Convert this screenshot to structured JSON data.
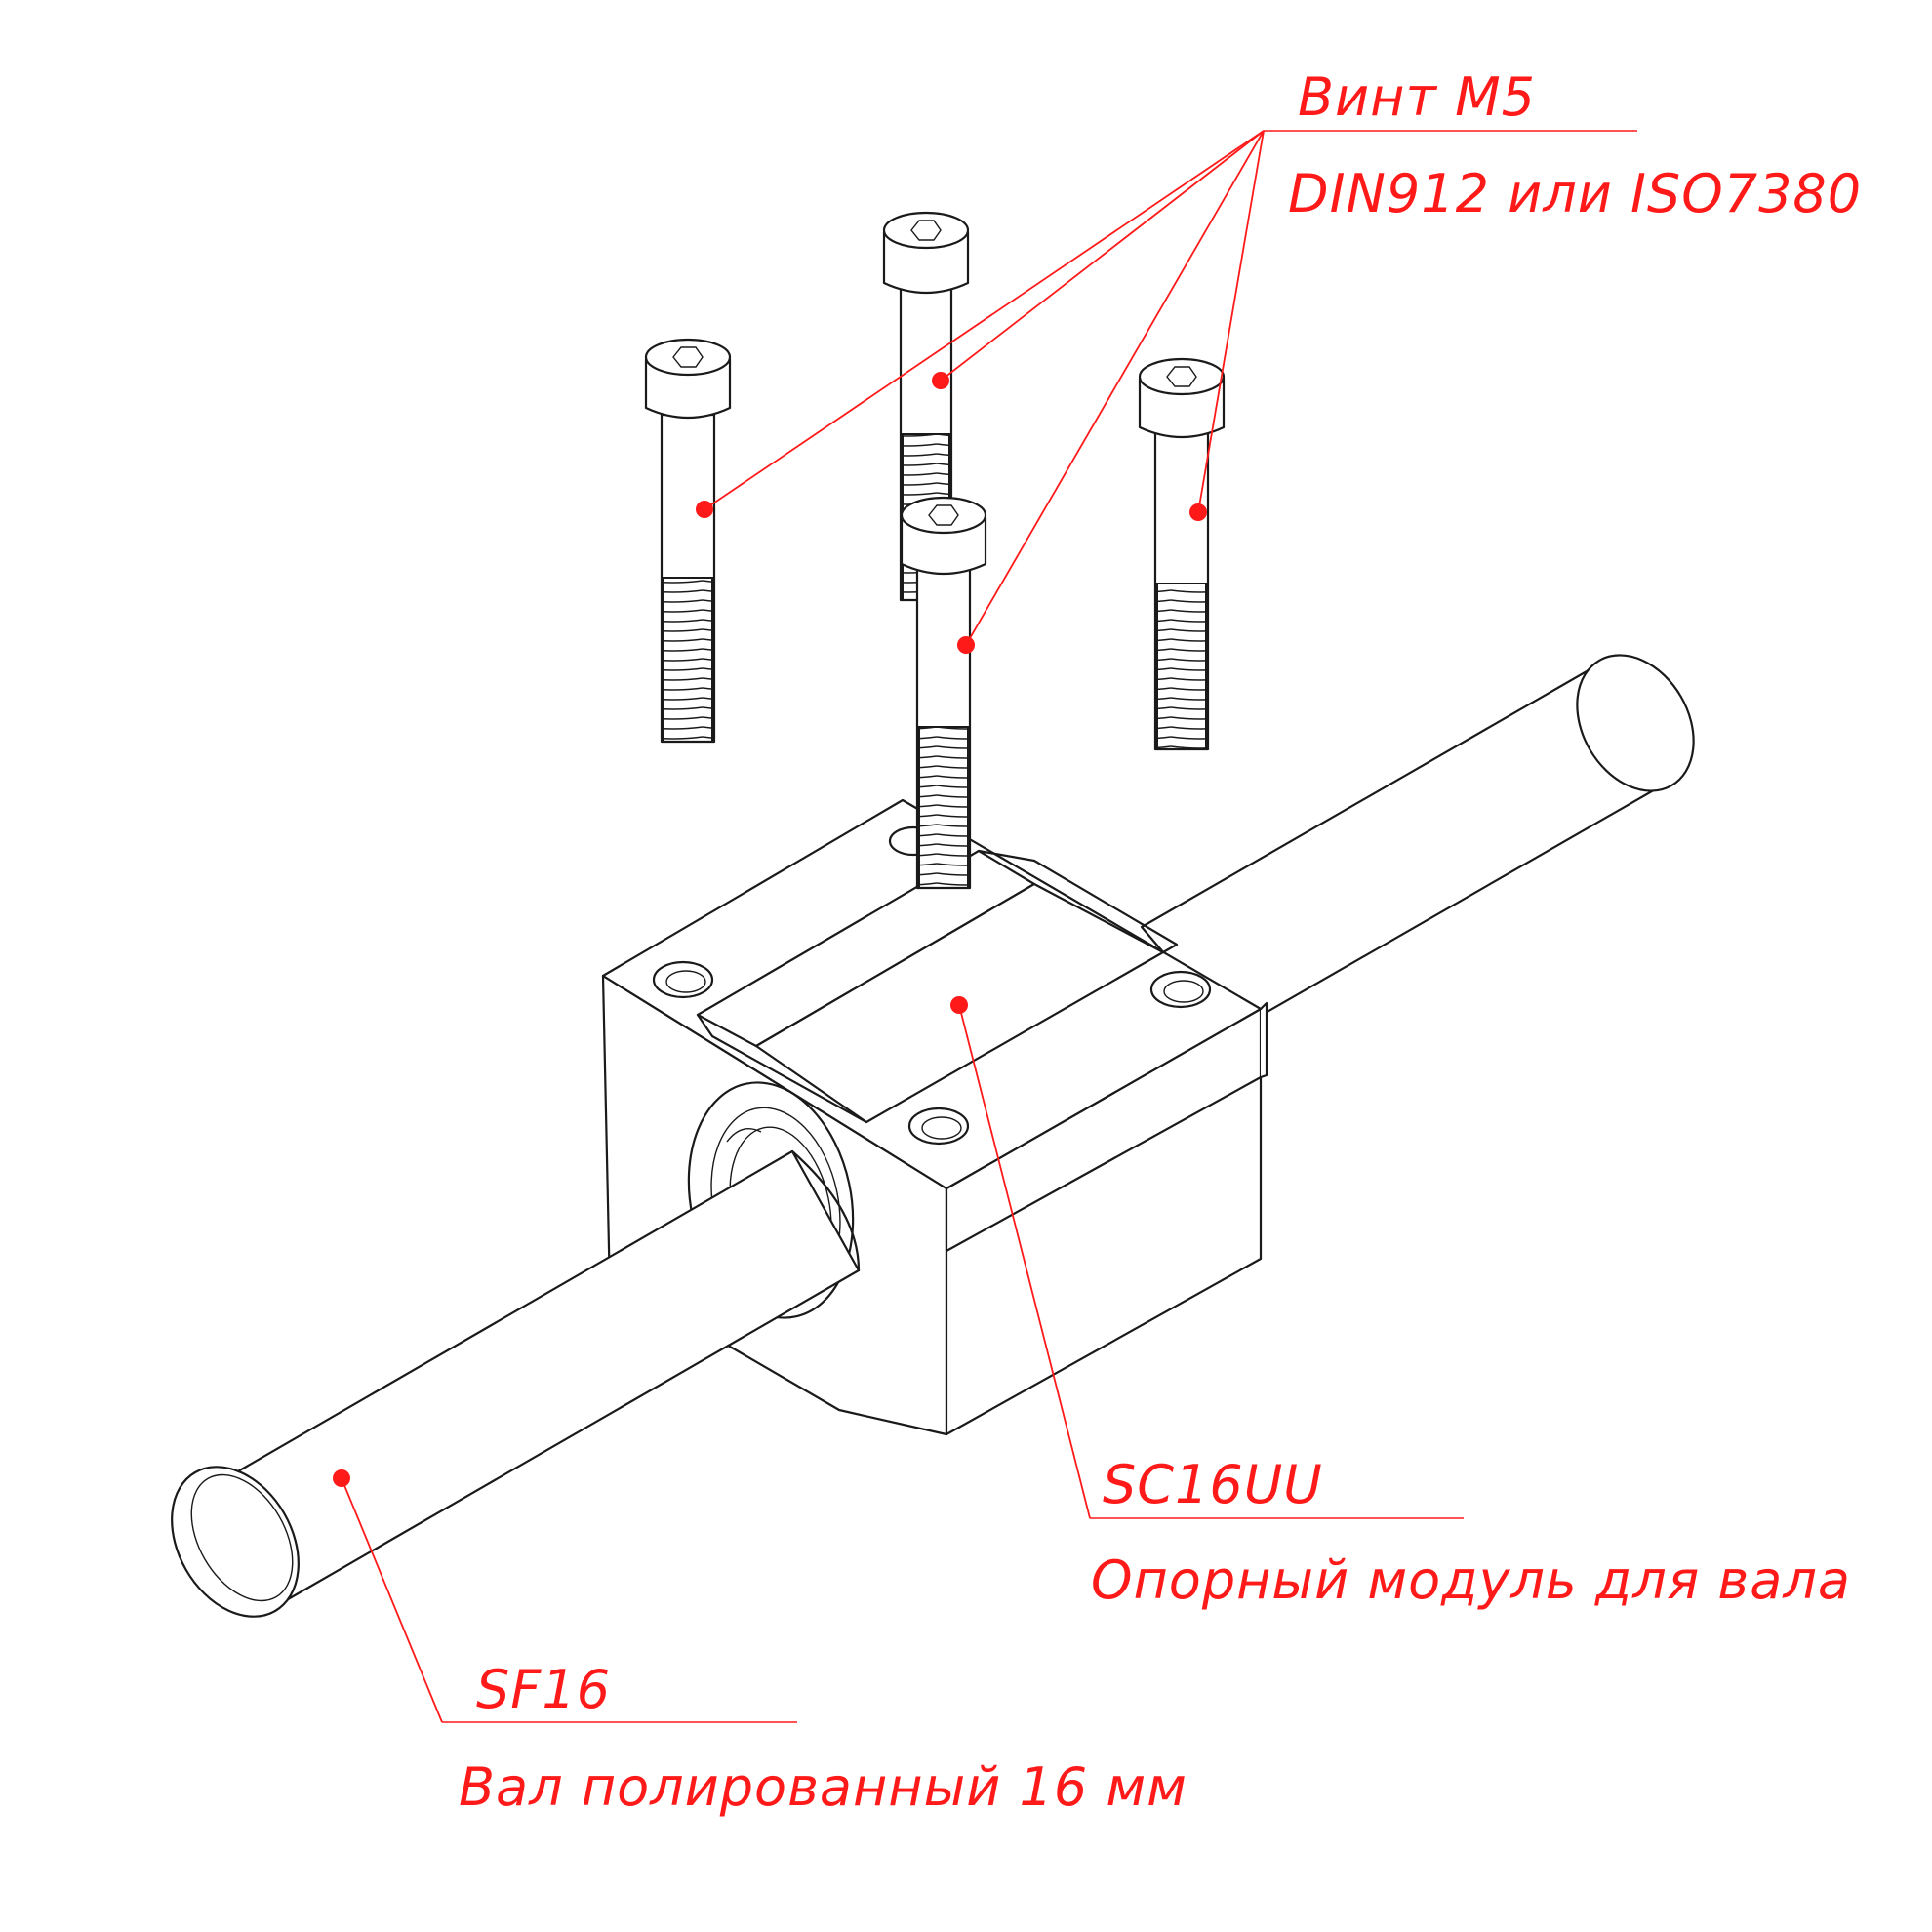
{
  "callouts": {
    "screw": {
      "title": "Винт M5",
      "subtitle": "DIN912 или ISO7380"
    },
    "block": {
      "title": "SC16UU",
      "subtitle": "Опорный модуль для вала"
    },
    "shaft": {
      "title": "SF16",
      "subtitle": "Вал полированный 16 мм"
    }
  },
  "colors": {
    "callout": "#ff1a1a",
    "linework": "#1a1a1a",
    "background": "#ffffff"
  }
}
